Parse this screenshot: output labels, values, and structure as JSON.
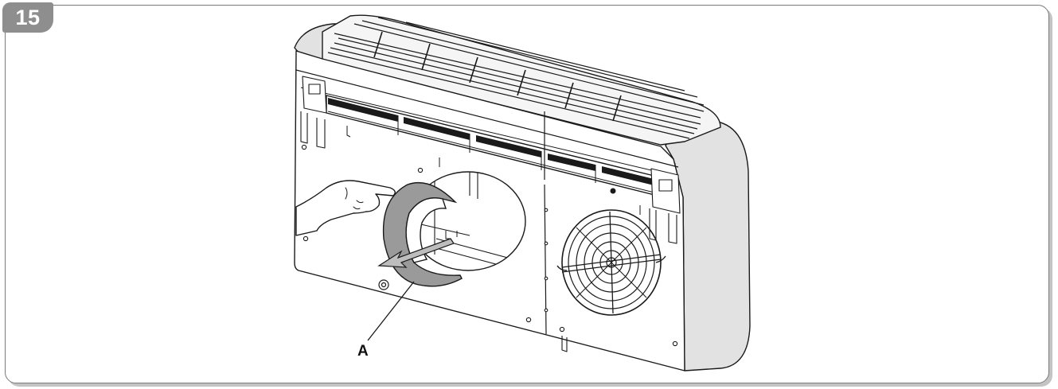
{
  "figure": {
    "step_number": "15",
    "callouts": [
      {
        "label": "A",
        "target": "drain-adapter-ring"
      }
    ]
  },
  "colors": {
    "badge_fill": "#8e8e8e",
    "badge_text": "#ffffff",
    "frame_border": "#7a7a7a",
    "frame_shadow": "#c4c4c4",
    "line_art": "#1a1a1a",
    "side_panel_fill": "#e2e2e2",
    "ring_fill": "#9a9a9a",
    "arrow_fill": "#bdbdbd"
  },
  "icons": {
    "unit": "fan-coil-unit-icon",
    "hand": "hand-icon",
    "fan_guard": "fan-grille-icon",
    "rotation_arrow": "rotation-arrow-icon"
  }
}
